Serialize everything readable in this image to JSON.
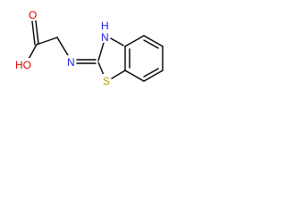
{
  "structure": {
    "atoms": {
      "hydroxyl": "HO",
      "carbonyl_oxygen": "O",
      "amine_nitrogen": "N",
      "ring_nitrogen": "N",
      "ring_hydrogen": "H",
      "sulfur": "S"
    },
    "colors": {
      "bond": "#000000",
      "oxygen": "#e00000",
      "nitrogen": "#1a22e0",
      "sulfur": "#b8a000",
      "background": "#ffffff"
    }
  }
}
